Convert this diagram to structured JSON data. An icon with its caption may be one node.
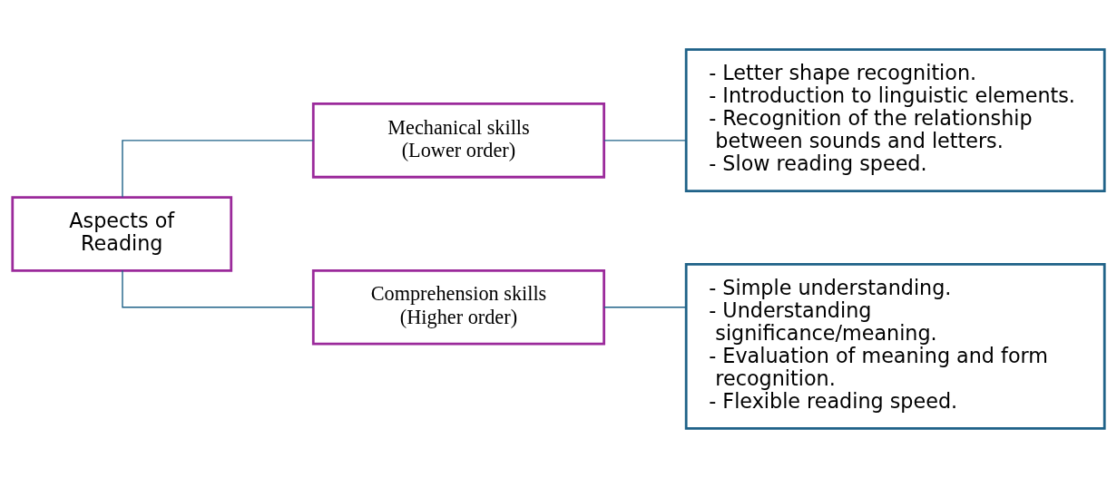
{
  "diagram": {
    "nodes": [
      {
        "text": [
          "Aspects of Reading"
        ]
      },
      {
        "text": [
          "Mechanical skills (Lower order)"
        ]
      },
      {
        "text": [
          "Comprehension skills (Higher order)"
        ]
      },
      {
        "text": [
          "- Letter shape recognition.",
          "- Introduction to linguistic elements.",
          "- Recognition of the relationship between sounds and letters.",
          "- Slow reading speed."
        ]
      },
      {
        "text": [
          "- Simple understanding.",
          "- Understanding significance/meaning.",
          "- Evaluation of meaning and form recognition.",
          "- Flexible reading speed."
        ]
      }
    ],
    "edges": [
      {
        "from": 0,
        "to": 1,
        "arrow": "none"
      },
      {
        "from": 0,
        "to": 2,
        "arrow": "none"
      },
      {
        "from": 1,
        "to": 3,
        "arrow": "none"
      },
      {
        "from": 2,
        "to": 4,
        "arrow": "none"
      }
    ]
  }
}
